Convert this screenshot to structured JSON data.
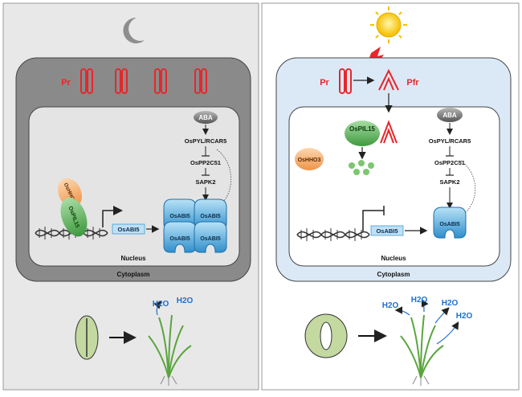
{
  "left_panel": {
    "condition_icon": "moon-icon",
    "photoreceptor_label": "Pr",
    "aba_label": "ABA",
    "receptor_label": "OsPYL/RCAR5",
    "phosphatase_label": "OsPP2C51",
    "kinase_label": "SAPK2",
    "hho3_label": "OsHHO3",
    "pil15_label": "OsPIL15",
    "gene_label": "OsABI5",
    "protein_label": "OsABI5",
    "nucleus_label": "Nucleus",
    "cytoplasm_label": "Cytoplasm",
    "water_labels": [
      "H2O",
      "H2O"
    ],
    "stomata_state": "closed",
    "colors": {
      "background": "#e8e8e8",
      "cell_wall": "#8a8a8a",
      "phytochrome": "#e8262b",
      "osabi5": "#3da0d8",
      "pil15": "#4caf50",
      "hho3": "#f5a35c",
      "water": "#1f6fd0"
    }
  },
  "right_panel": {
    "condition_icon": "sun-icon",
    "light_icon": "lightning-icon",
    "photoreceptor_label": "Pr",
    "active_photoreceptor_label": "Pfr",
    "aba_label": "ABA",
    "receptor_label": "OsPYL/RCAR5",
    "phosphatase_label": "OsPP2C51",
    "kinase_label": "SAPK2",
    "hho3_label": "OsHHO3",
    "pil15_label": "OsPIL15",
    "gene_label": "OsABI5",
    "protein_label": "OsABI5",
    "nucleus_label": "Nucleus",
    "cytoplasm_label": "Cytoplasm",
    "water_labels": [
      "H2O",
      "H2O",
      "H2O",
      "H2O"
    ],
    "stomata_state": "open",
    "colors": {
      "background": "#ffffff",
      "cytoplasm": "#dbe9f7",
      "sun": "#f7c400",
      "phytochrome": "#e8262b",
      "osabi5": "#3da0d8",
      "pil15": "#4caf50",
      "hho3": "#f5a35c",
      "water": "#1f6fd0"
    }
  }
}
